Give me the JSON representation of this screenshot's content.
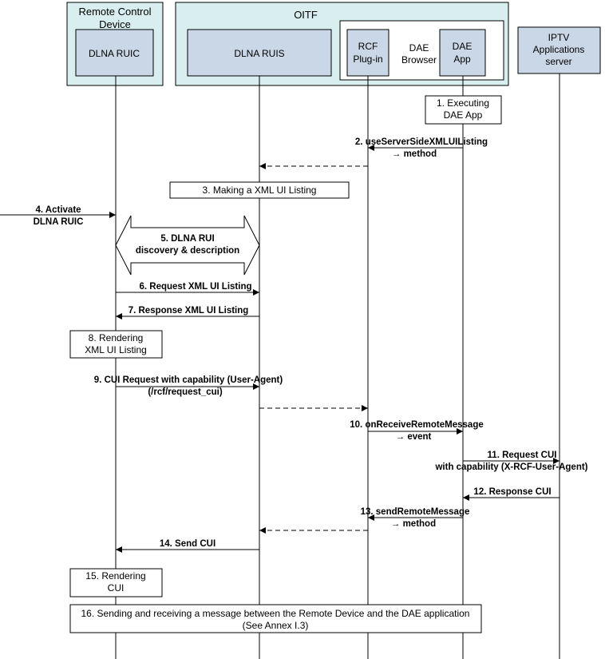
{
  "groups": {
    "remote": "Remote Control Device",
    "oitf": "OITF",
    "dae_browser": "DAE Browser"
  },
  "participants": {
    "ruic": "DLNA RUIC",
    "ruis": "DLNA RUIS",
    "rcf": "RCF Plug-in",
    "dae_app": "DAE App",
    "iptv": "IPTV Applications server"
  },
  "steps": [
    {
      "id": "s1",
      "text": "1. Executing DAE App"
    },
    {
      "id": "s2",
      "text": "2. useServerSideXMLUIListing → method"
    },
    {
      "id": "s3",
      "text": "3. Making a XML UI Listing"
    },
    {
      "id": "s4",
      "text": "4. Activate DLNA RUIC"
    },
    {
      "id": "s5",
      "text": "5. DLNA RUI discovery & description"
    },
    {
      "id": "s6",
      "text": "6. Request XML UI Listing"
    },
    {
      "id": "s7",
      "text": "7. Response XML UI Listing"
    },
    {
      "id": "s8",
      "text": "8. Rendering XML UI Listing"
    },
    {
      "id": "s9",
      "text": "9. CUI Request with capability (User-Agent) (/rcf/request_cui)"
    },
    {
      "id": "s10",
      "text": "10. onReceiveRemoteMessage → event"
    },
    {
      "id": "s11",
      "text": "11. Request CUI with capability (X-RCF-User-Agent)"
    },
    {
      "id": "s12",
      "text": "12. Response CUI"
    },
    {
      "id": "s13",
      "text": "13. sendRemoteMessage → method"
    },
    {
      "id": "s14",
      "text": "14. Send CUI"
    },
    {
      "id": "s15",
      "text": "15. Rendering CUI"
    },
    {
      "id": "s16",
      "text": "16. Sending and receiving a message between the Remote Device and the DAE application (See Annex I.3)"
    }
  ],
  "colors": {
    "group_fill": "#d9eeee",
    "participant_fill": "#c9d7e6",
    "line": "#000000"
  }
}
